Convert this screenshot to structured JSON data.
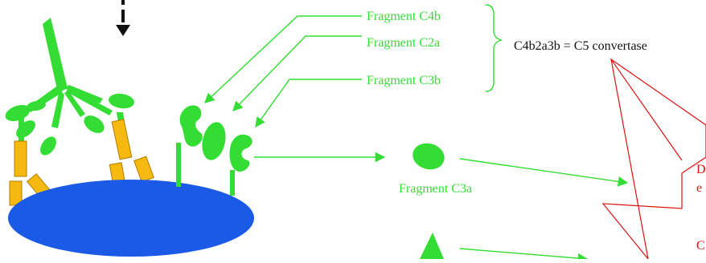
{
  "labels": {
    "c4b": "Fragment C4b",
    "c2a": "Fragment C2a",
    "c3b": "Fragment C3b",
    "c3a": "Fragment C3a",
    "convertase": "C4b2a3b = C5 convertase",
    "cut_d": "D",
    "cut_e": "e",
    "cut_c": "C"
  },
  "colors": {
    "green": "#33dd33",
    "cell": "#1a5ae6",
    "antibody_chain": "#f5b90f",
    "red": "#dd1111",
    "black": "#111111"
  },
  "icons": {
    "down_arrow": "arrow-down-icon"
  }
}
